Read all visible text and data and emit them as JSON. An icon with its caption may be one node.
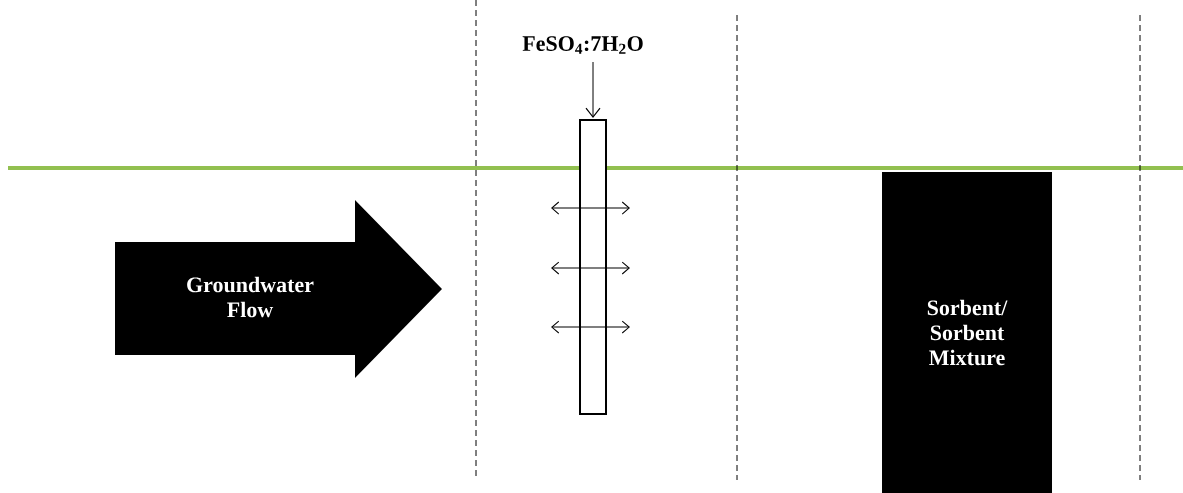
{
  "diagram": {
    "nodes": [
      {
        "text": [
          "FeSO$_{4}$:7H$_{2}$O"
        ]
      },
      {
        "text": [],
        "shape": "box"
      },
      {
        "text": [
          "Groundwater Flow"
        ]
      },
      {
        "text": [
          "Sorbent/ Sorbent Mixture"
        ]
      }
    ],
    "edges": [
      {
        "from": 0,
        "to": 1,
        "arrow": "to"
      }
    ]
  }
}
